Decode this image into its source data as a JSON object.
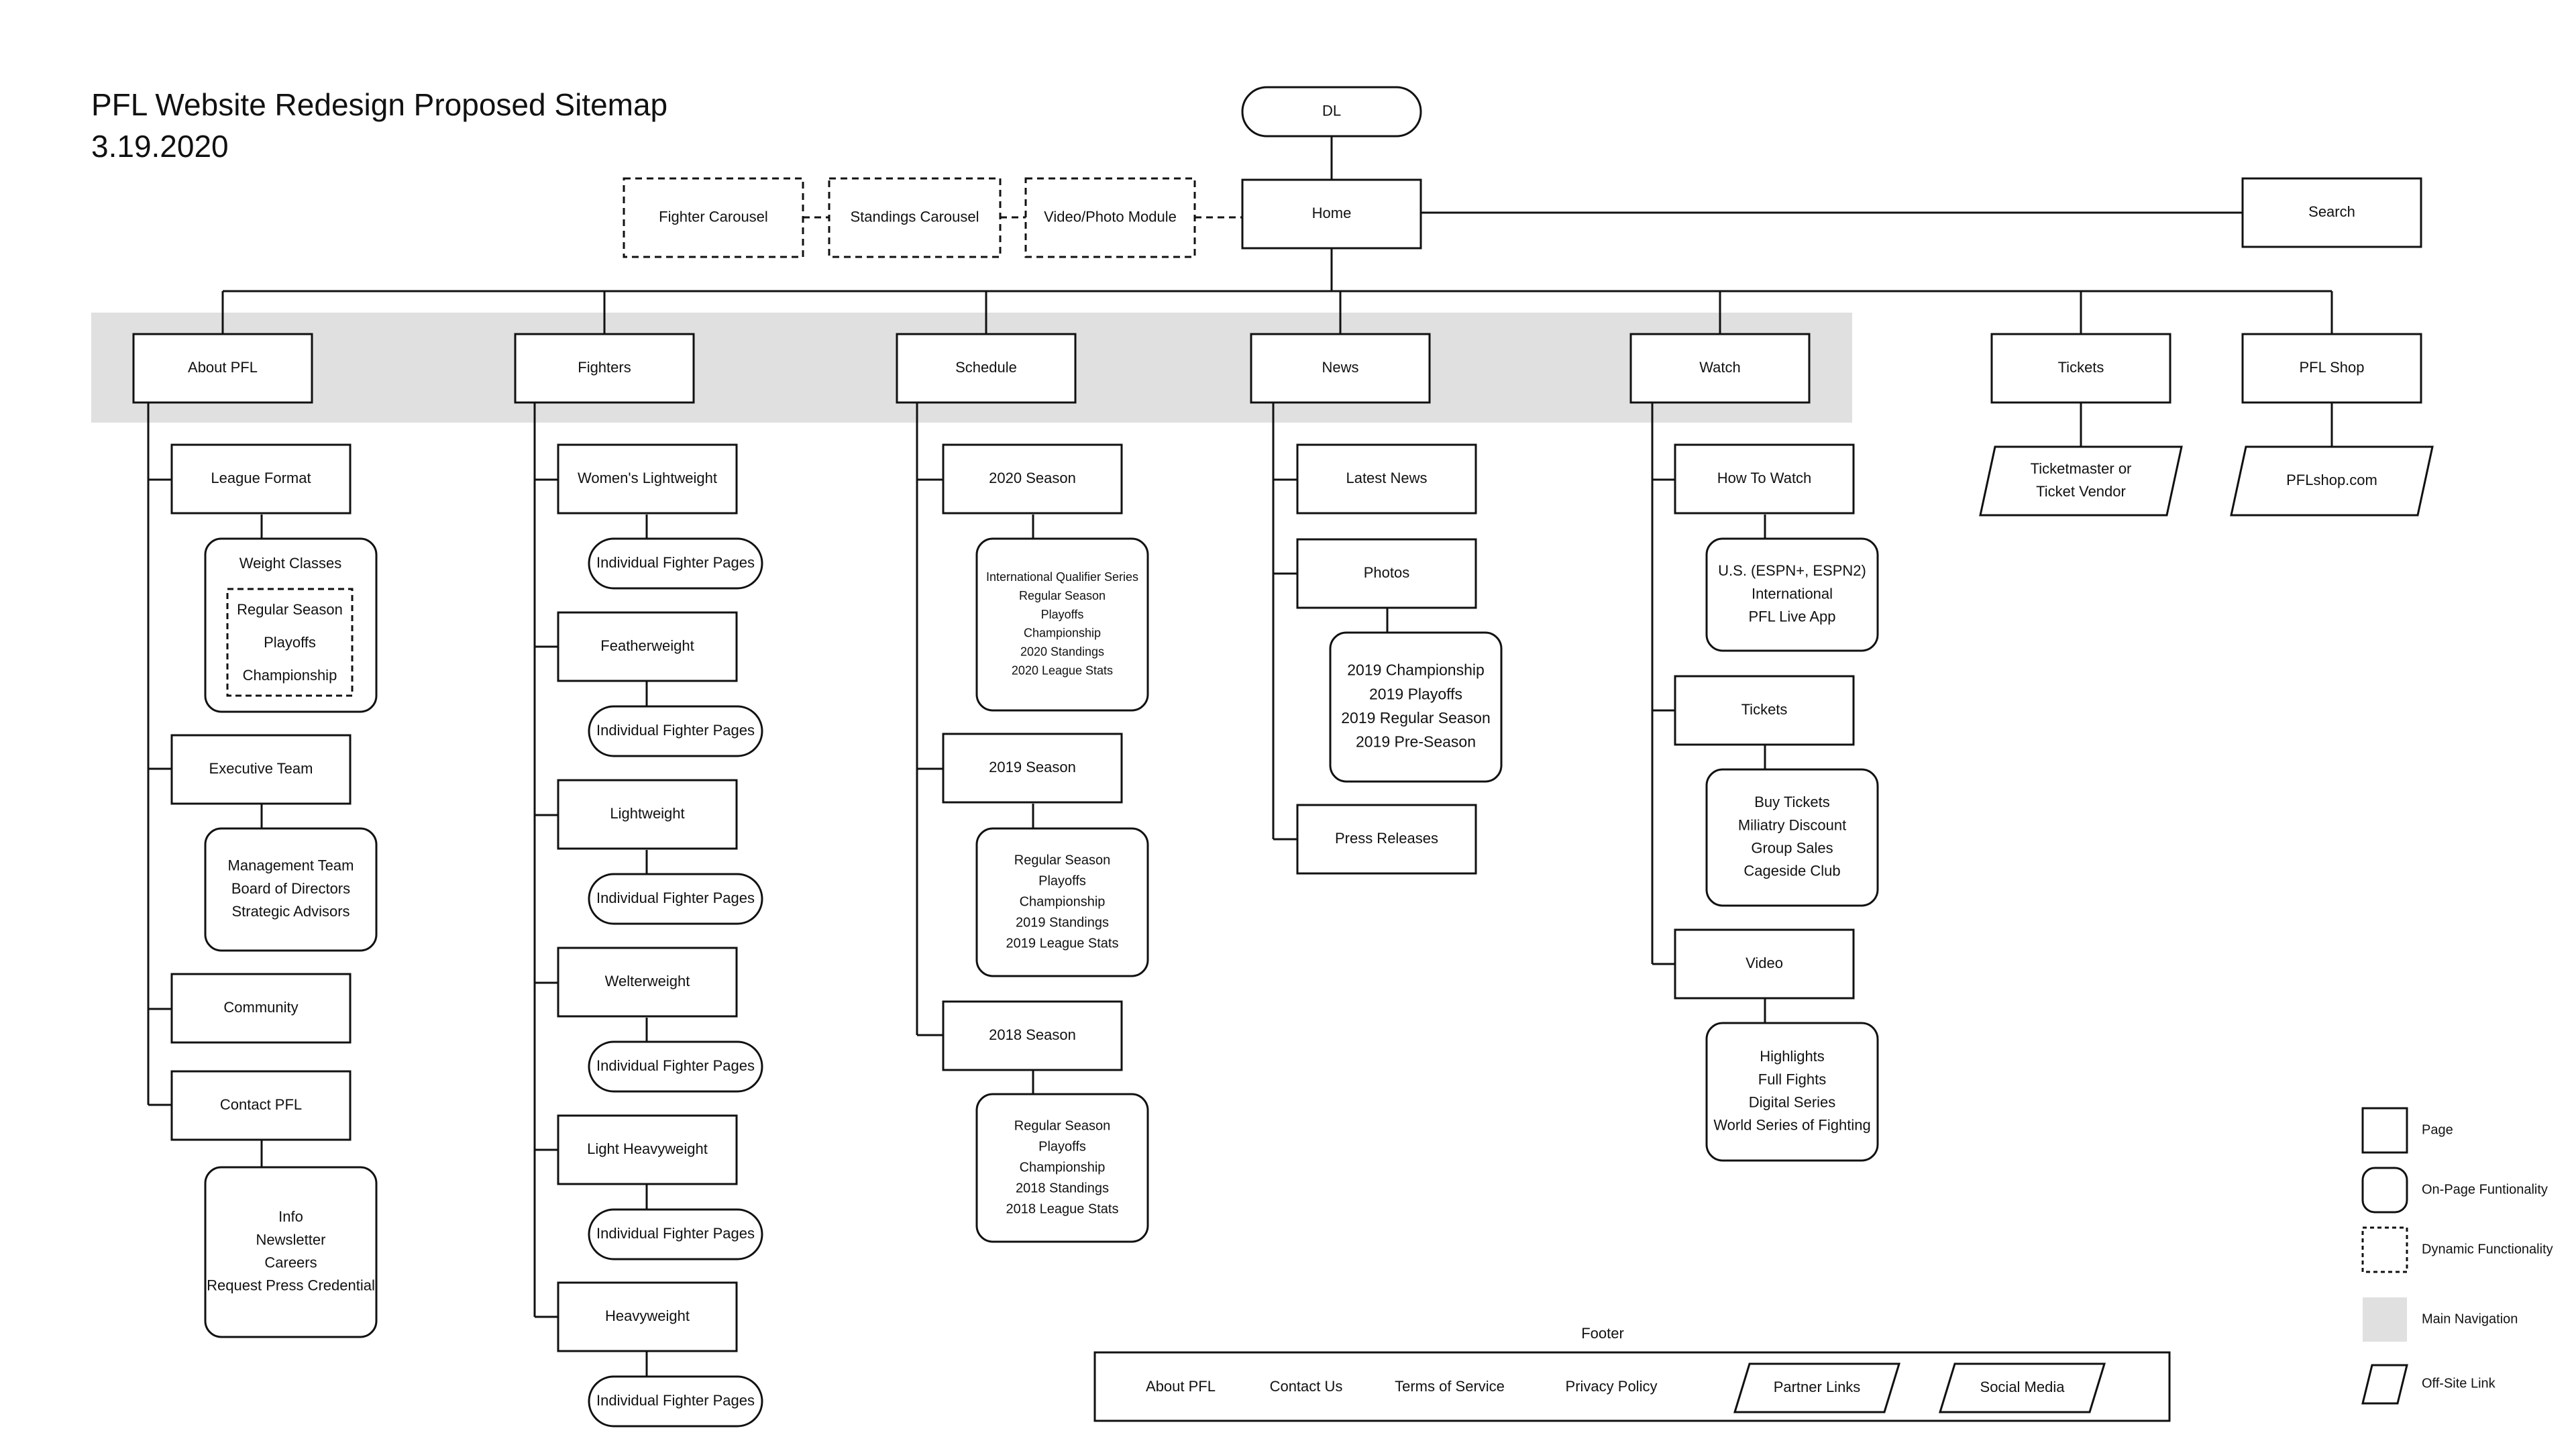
{
  "title": "PFL Website Redesign Proposed Sitemap",
  "date": "3.19.2020",
  "nodes": {
    "dl": "DL",
    "home": "Home",
    "search": "Search",
    "fighter_carousel": "Fighter Carousel",
    "standings_carousel": "Standings Carousel",
    "video_photo_module": "Video/Photo Module",
    "about_pfl": "About PFL",
    "fighters": "Fighters",
    "schedule": "Schedule",
    "news": "News",
    "watch": "Watch",
    "tickets": "Tickets",
    "pfl_shop": "PFL Shop",
    "ticketmaster": [
      "Ticketmaster or",
      "Ticket Vendor"
    ],
    "pflshop_com": "PFLshop.com",
    "league_format": "League Format",
    "weight_classes": "Weight Classes",
    "league_dynamic": [
      "Regular Season",
      "Playoffs",
      "Championship"
    ],
    "executive_team": "Executive Team",
    "executive_items": [
      "Management Team",
      "Board of Directors",
      "Strategic Advisors"
    ],
    "community": "Community",
    "contact_pfl": "Contact PFL",
    "contact_items": [
      "Info",
      "Newsletter",
      "Careers",
      "Request Press Credential"
    ],
    "weight_divisions": [
      "Women's Lightweight",
      "Featherweight",
      "Lightweight",
      "Welterweight",
      "Light Heavyweight",
      "Heavyweight"
    ],
    "individual_fighter_pages": "Individual Fighter Pages",
    "season_2020": "2020 Season",
    "season_2020_items": [
      "International Qualifier Series",
      "Regular Season",
      "Playoffs",
      "Championship",
      "2020 Standings",
      "2020 League Stats"
    ],
    "season_2019": "2019 Season",
    "season_2019_items": [
      "Regular Season",
      "Playoffs",
      "Championship",
      "2019 Standings",
      "2019 League Stats"
    ],
    "season_2018": "2018 Season",
    "season_2018_items": [
      "Regular Season",
      "Playoffs",
      "Championship",
      "2018 Standings",
      "2018 League Stats"
    ],
    "latest_news": "Latest News",
    "photos": "Photos",
    "photos_items": [
      "2019 Championship",
      "2019 Playoffs",
      "2019 Regular Season",
      "2019 Pre-Season"
    ],
    "press_releases": "Press Releases",
    "how_to_watch": "How To Watch",
    "how_to_watch_items": [
      "U.S. (ESPN+, ESPN2)",
      "International",
      "PFL Live App"
    ],
    "watch_tickets": "Tickets",
    "watch_tickets_items": [
      "Buy Tickets",
      "Miliatry Discount",
      "Group Sales",
      "Cageside Club"
    ],
    "video": "Video",
    "video_items": [
      "Highlights",
      "Full Fights",
      "Digital Series",
      "World Series of Fighting"
    ]
  },
  "footer": {
    "label": "Footer",
    "links": [
      "About PFL",
      "Contact Us",
      "Terms of Service",
      "Privacy Policy"
    ],
    "offsite_links": [
      "Partner Links",
      "Social Media"
    ]
  },
  "legend": {
    "page": "Page",
    "on_page": "On-Page Funtionality",
    "dynamic": "Dynamic Functionality",
    "main_nav": "Main Navigation",
    "off_site": "Off-Site Link"
  },
  "colors": {
    "main_navigation_band": "#e0e0e0",
    "line": "#111111"
  }
}
